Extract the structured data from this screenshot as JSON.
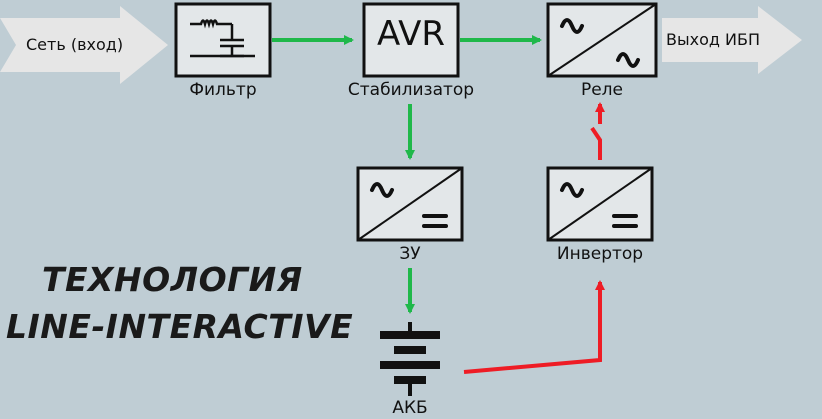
{
  "input_label": "Сеть (вход)",
  "output_label": "Выход ИБП",
  "blocks": {
    "filter": "Фильтр",
    "avr_box": "AVR",
    "avr": "Стабилизатор",
    "relay": "Реле",
    "charger": "ЗУ",
    "inverter": "Инвертор",
    "battery": "АКБ"
  },
  "title": {
    "line1": "ТЕХНОЛОГИЯ",
    "line2": "LINE-INTERACTIVE"
  },
  "colors": {
    "background": "#bfcdd4",
    "box_fill": "#e3e7e9",
    "io_arrow": "#e6e6e6",
    "flow_green": "#1fb84a",
    "flow_red": "#ee1c25"
  },
  "icons": {
    "filter": "lc-filter-icon",
    "relay": "ac-ac-icon",
    "charger": "ac-dc-icon",
    "inverter": "dc-ac-icon",
    "battery": "battery-icon"
  }
}
